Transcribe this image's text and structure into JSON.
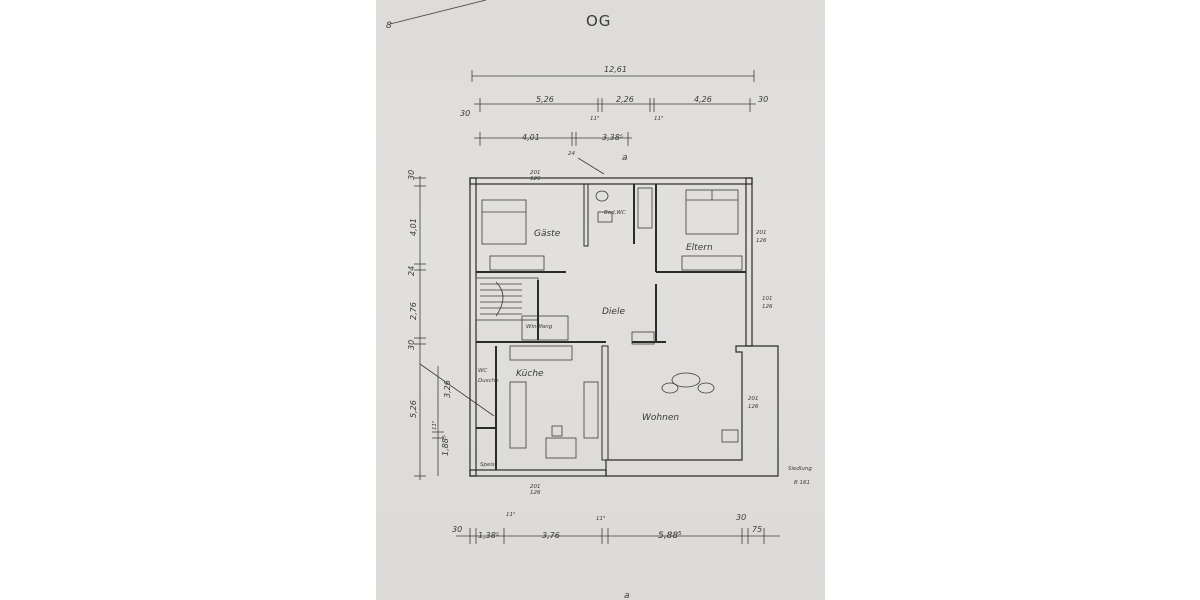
{
  "plan": {
    "floor_label": "OG",
    "rooms": {
      "gaeste": "Gäste",
      "bad_wc": "Bad,WC",
      "eltern": "Eltern",
      "diele": "Diele",
      "windfang": "Windfang",
      "kueche": "Küche",
      "wohnen": "Wohnen",
      "wc_dusche_1": "WC",
      "wc_dusche_2": "Dusche",
      "speis": "Speis"
    },
    "dimensions": {
      "total_width": "12,61",
      "top_seg_1": "5,26",
      "top_seg_2": "2,26",
      "top_seg_3": "4,26",
      "top_30_left": "30",
      "top_30_right": "30",
      "top_11_1": "11⁵",
      "top_11_2": "11⁵",
      "second_seg_1": "4,01",
      "second_seg_2": "3,38⁵",
      "left_30": "30",
      "left_4_01": "4,01",
      "left_24": "24",
      "left_2_76": "2,76",
      "left_30b": "30",
      "left_5_26": "5,26",
      "left_3_26": "3,26",
      "left_1_88": "1,88⁵",
      "left_11": "11⁵",
      "bottom_30_left": "30",
      "bottom_1_38": "1,38⁵",
      "bottom_3_76": "3,76",
      "bottom_5_88": "5,88⁵",
      "bottom_30_right": "30",
      "bottom_75": "75",
      "bottom_11_1": "11⁵",
      "bottom_11_2": "11⁵",
      "siedlung": "Siedlung",
      "siedlung_code": "B 161"
    },
    "window_marks": {
      "w_201_126_a": "201",
      "w_201_126_b": "126",
      "w_24": "24",
      "w_101": "101",
      "w_126": "126",
      "a_mark": "a",
      "a_bottom": "a"
    }
  }
}
